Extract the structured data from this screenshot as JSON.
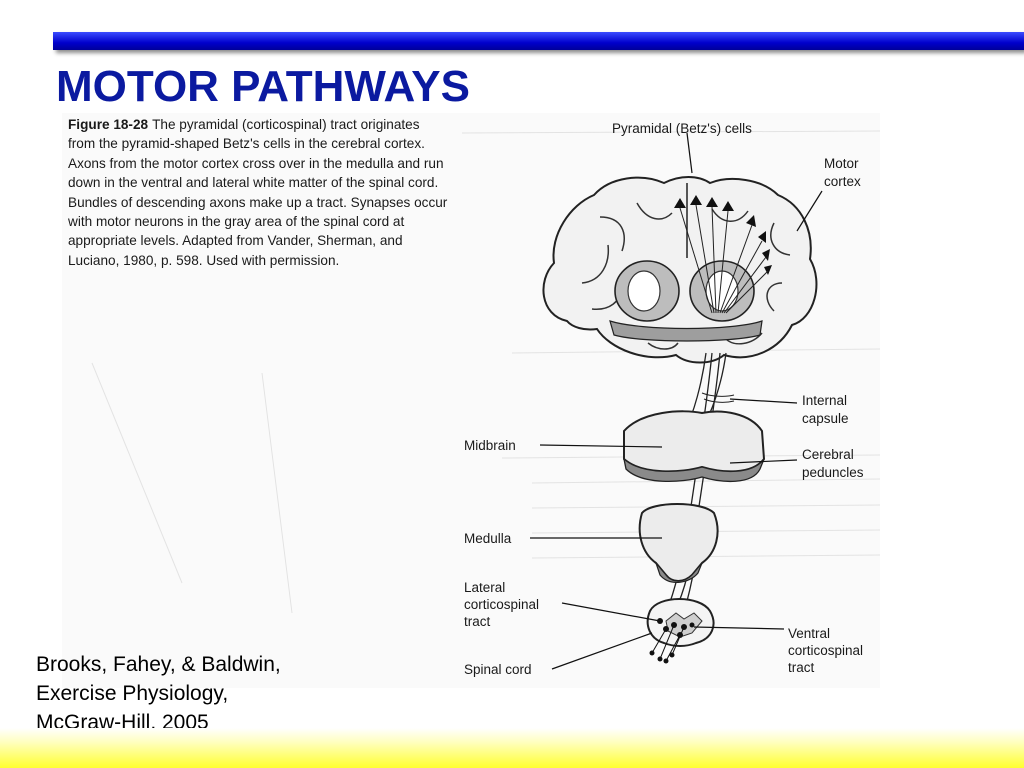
{
  "slide": {
    "title": "MOTOR PATHWAYS",
    "accent_color": "#0b1aa0",
    "bar_color": "#0000cc",
    "band_color": "#ffff30"
  },
  "figure": {
    "number": "Figure 18-28",
    "caption": "The pyramidal (corticospinal) tract originates from the pyramid-shaped Betz's cells in the cerebral cortex. Axons from the motor cortex cross over in the medulla and run down in the ventral and lateral white matter of the spinal cord. Bundles of descending axons make up a tract. Synapses occur with motor neurons in the gray area of the spinal cord at appropriate levels. Adapted from Vander, Sherman, and Luciano, 1980, p. 598. Used with permission.",
    "labels": {
      "pyramidal_cells": "Pyramidal (Betz's) cells",
      "motor": "Motor",
      "cortex": "cortex",
      "internal": "Internal",
      "capsule": "capsule",
      "midbrain": "Midbrain",
      "cerebral": "Cerebral",
      "peduncles": "peduncles",
      "medulla": "Medulla",
      "lateral": "Lateral",
      "corticospinal_l": "corticospinal",
      "tract_l": "tract",
      "spinal_cord": "Spinal cord",
      "ventral": "Ventral",
      "corticospinal_v": "corticospinal",
      "tract_v": "tract"
    }
  },
  "citation": {
    "line1": "Brooks, Fahey, & Baldwin,",
    "line2": "Exercise Physiology,",
    "line3": "McGraw-Hill, 2005"
  }
}
